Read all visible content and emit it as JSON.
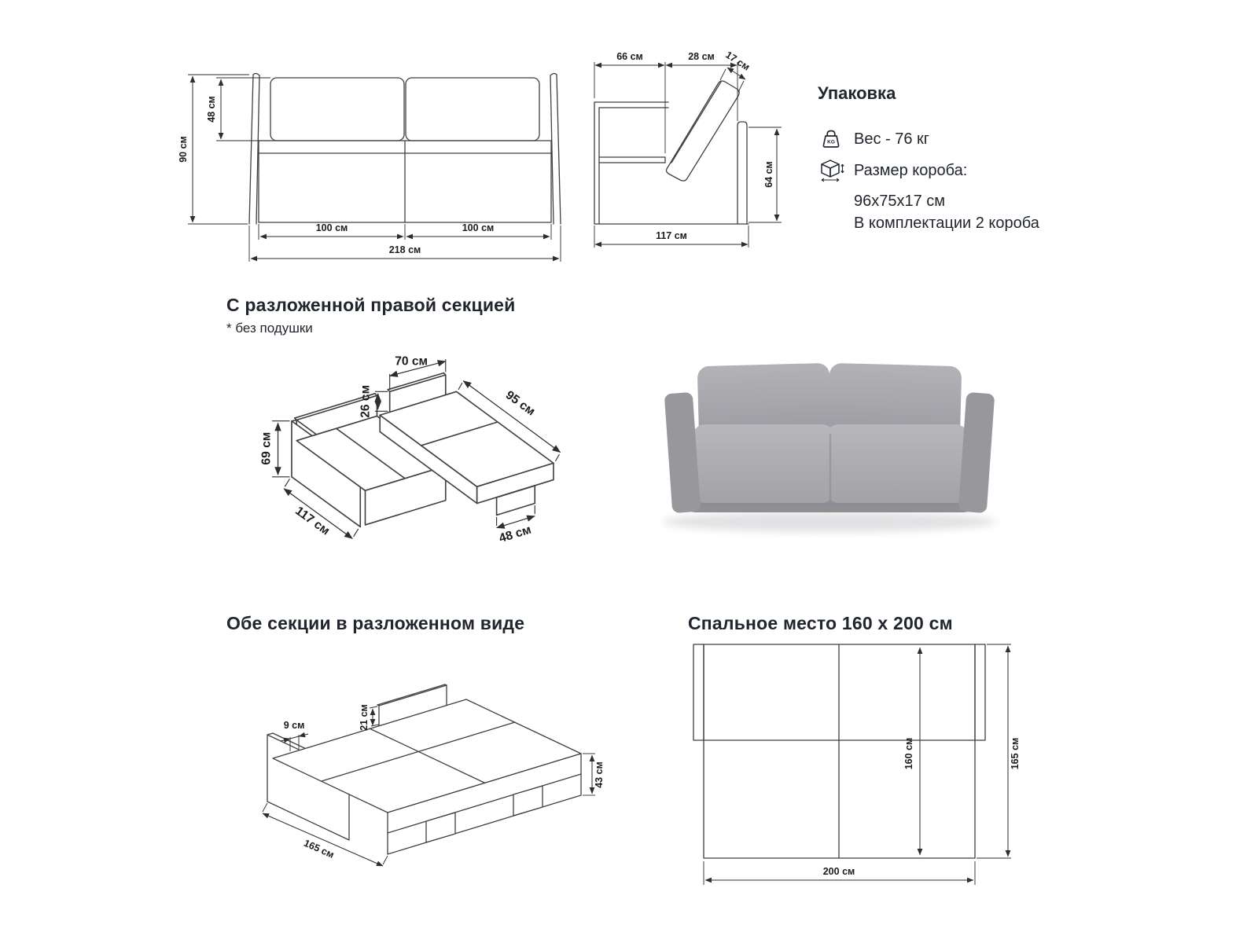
{
  "front_view": {
    "dims": {
      "height": "90 см",
      "cushion_height": "48 см",
      "seat_left": "100 см",
      "seat_right": "100 см",
      "total_width": "218 см"
    }
  },
  "side_view": {
    "dims": {
      "seat_depth": "66 см",
      "back_depth": "28 см",
      "cushion_top": "17 см",
      "arm_height": "64 см",
      "total_depth": "117 см"
    }
  },
  "packaging": {
    "title": "Упаковка",
    "weight": "Вес - 76 кг",
    "box_size_label": "Размер короба:",
    "box_size": "96x75x17 см",
    "box_note": "В комплектации 2 короба"
  },
  "right_section_view": {
    "title": "С разложенной правой секцией",
    "note": "* без подушки",
    "dims": {
      "back_panel_width": "70 см",
      "extension_depth": "95 см",
      "panel_height": "26 см",
      "arm_height": "69 см",
      "section_depth": "117 см",
      "support_width": "48 см"
    }
  },
  "both_sections_view": {
    "title": "Обе секции в разложенном виде",
    "dims": {
      "gap": "9 см",
      "panel_height": "21 см",
      "bed_height": "43 см",
      "unfolded_depth": "165 см"
    }
  },
  "sleeping_area": {
    "title": "Спальное место 160 x 200 см",
    "dims": {
      "width": "160 см",
      "outer_width": "165 см",
      "length": "200 см"
    }
  },
  "colors": {
    "line": "#3f3f44",
    "dimension": "#2e2e2e",
    "text": "#20252e",
    "sofa_gray": "#a6a6ab"
  }
}
